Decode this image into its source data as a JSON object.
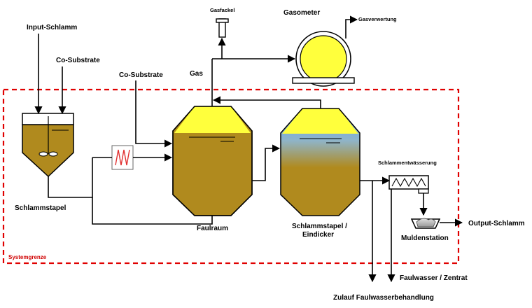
{
  "labels": {
    "input_schlamm": "Input-Schlamm",
    "co_substrate_1": "Co-Substrate",
    "co_substrate_2": "Co-Substrate",
    "schlammstapel": "Schlammstapel",
    "faulraum": "Faulraum",
    "schlammstapel_eindicker_1": "Schlammstapel /",
    "schlammstapel_eindicker_2": "Eindicker",
    "gas": "Gas",
    "gasfackel": "Gasfackel",
    "gasometer": "Gasometer",
    "gasverwertung": "Gasverwertung",
    "schlammentwaesserung": "Schlammentwässerung",
    "muldenstation": "Muldenstation",
    "output_schlamm": "Output-Schlamm",
    "faulwasser_zentrat": "Faulwasser / Zentrat",
    "zulauf_faulwasserbehandlung": "Zulauf Faulwasserbehandlung",
    "systemgrenze": "Systemgrenze"
  },
  "colors": {
    "sludge": "#b08a1e",
    "gas_dome": "#ffff3c",
    "water_top": "#5aa0ff",
    "boundary": "#e00000",
    "heat_exchanger": "#e03030"
  }
}
